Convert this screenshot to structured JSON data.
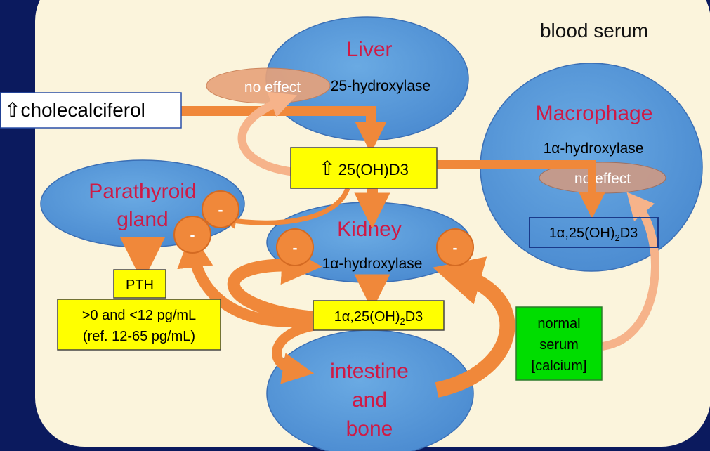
{
  "colors": {
    "background": "#0b1a5e",
    "panel": "#fbf4dc",
    "organ_fill": "#5b9bd5",
    "organ_text": "#cf1a45",
    "arrow": "#f0883a",
    "yellow_box": "#ffff00",
    "green_box": "#00dd00"
  },
  "header": {
    "compartment_label": "blood serum"
  },
  "organs": {
    "liver": {
      "title": "Liver",
      "enzyme": "25-hydroxylase"
    },
    "macrophage": {
      "title": "Macrophage",
      "enzyme": "1α-hydroxylase"
    },
    "parathyroid": {
      "title_line1": "Parathyroid",
      "title_line2": "gland"
    },
    "kidney": {
      "title": "Kidney",
      "enzyme": "1α-hydroxylase"
    },
    "intestine_bone": {
      "line1": "intestine",
      "line2": "and",
      "line3": "bone"
    }
  },
  "labels": {
    "cholecalciferol": "cholecalciferol",
    "up_arrow_glyph": "⇧",
    "no_effect_liver": "no effect",
    "no_effect_macrophage": "no effect",
    "calcidiol": "25(OH)D3",
    "calcitriol_macrophage": {
      "prefix": "1α,25(OH)",
      "sub": "2",
      "suffix": "D3"
    },
    "calcitriol_kidney": {
      "prefix": "1α,25(OH)",
      "sub": "2",
      "suffix": "D3"
    },
    "pth": "PTH",
    "pth_value_line1": ">0 and <12 pg/mL",
    "pth_value_line2": "(ref. 12-65 pg/mL)",
    "calcium_line1": "normal",
    "calcium_line2": "serum",
    "calcium_line3": "[calcium]",
    "inhibit_sign": "-"
  },
  "icons": [
    "up-arrow-icon",
    "arrow",
    "inhibition-sign"
  ]
}
